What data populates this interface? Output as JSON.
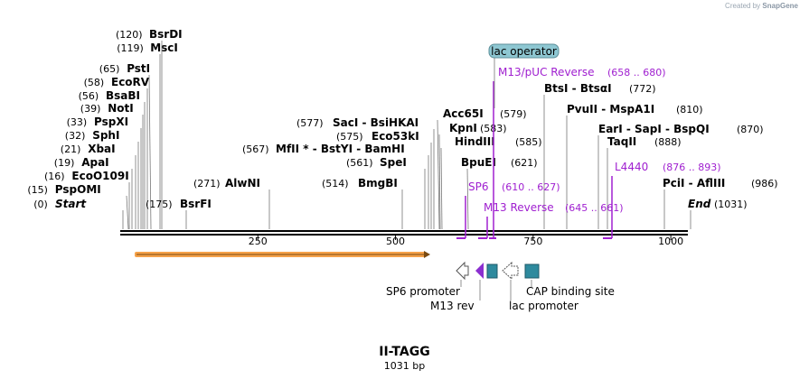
{
  "watermark": {
    "prefix": "Created by",
    "brand": "SnapGene"
  },
  "map": {
    "name": "II-TAGG",
    "length_label": "1031 bp",
    "total_bp": 1031,
    "ticks": [
      {
        "value": 250,
        "label": "250"
      },
      {
        "value": 500,
        "label": "500"
      },
      {
        "value": 750,
        "label": "750"
      },
      {
        "value": 1000,
        "label": "1000"
      }
    ],
    "colors": {
      "enzyme": "#000000",
      "primer": "#a020d0",
      "operator_fill": "#8ec7d2",
      "orf_fill": "#f6a24a",
      "feature_teal": "#2e8a9e",
      "feature_purple": "#8b2fd0"
    }
  },
  "sites": [
    {
      "pos": "(0)",
      "name": "Start",
      "italic": true
    },
    {
      "pos": "(15)",
      "name": "PspOMI"
    },
    {
      "pos": "(16)",
      "name": "EcoO109I"
    },
    {
      "pos": "(19)",
      "name": "ApaI"
    },
    {
      "pos": "(21)",
      "name": "XbaI"
    },
    {
      "pos": "(32)",
      "name": "SphI"
    },
    {
      "pos": "(33)",
      "name": "PspXI"
    },
    {
      "pos": "(39)",
      "name": "NotI"
    },
    {
      "pos": "(56)",
      "name": "BsaBI"
    },
    {
      "pos": "(58)",
      "name": "EcoRV"
    },
    {
      "pos": "(65)",
      "name": "PstI"
    },
    {
      "pos": "(119)",
      "name": "MscI"
    },
    {
      "pos": "(120)",
      "name": "BsrDI"
    },
    {
      "pos": "(175)",
      "name": "BsrFI"
    },
    {
      "pos": "(271)",
      "name": "AlwNI"
    },
    {
      "pos": "(514)",
      "name": "BmgBI"
    },
    {
      "pos": "(561)",
      "name": "SpeI"
    },
    {
      "pos": "(567)",
      "name": "MfII * - BstYI - BamHI"
    },
    {
      "pos": "(575)",
      "name": "Eco53kI"
    },
    {
      "pos": "(577)",
      "name": "SacI - BsiHKAI"
    },
    {
      "pos": "(579)",
      "name": "Acc65I"
    },
    {
      "pos": "(583)",
      "name": "KpnI"
    },
    {
      "pos": "(585)",
      "name": "HindIII"
    },
    {
      "pos": "(621)",
      "name": "BpuEI"
    },
    {
      "pos": "(772)",
      "name": "BtsI - BtsαI"
    },
    {
      "pos": "(810)",
      "name": "PvuII - MspA1I"
    },
    {
      "pos": "(870)",
      "name": "EarI - SapI - BspQI"
    },
    {
      "pos": "(888)",
      "name": "TaqII"
    },
    {
      "pos": "(986)",
      "name": "PciI - AflIII"
    },
    {
      "pos": "(1031)",
      "name": "End",
      "italic": true
    }
  ],
  "primers": [
    {
      "name": "M13/pUC Reverse",
      "range": "(658 .. 680)"
    },
    {
      "name": "L4440",
      "range": "(876 .. 893)"
    },
    {
      "name": "SP6",
      "range": "(610 .. 627)"
    },
    {
      "name": "M13 Reverse",
      "range": "(645 .. 661)"
    }
  ],
  "operator_label": "lac operator",
  "features": [
    {
      "name": "SP6 promoter",
      "icon": "promoter-arrow-icon"
    },
    {
      "name": "M13 rev",
      "icon": "primer-arrow-icon"
    },
    {
      "name": "lac promoter",
      "icon": "promoter-arrow-icon"
    },
    {
      "name": "CAP binding site",
      "icon": "binding-site-box-icon"
    }
  ]
}
